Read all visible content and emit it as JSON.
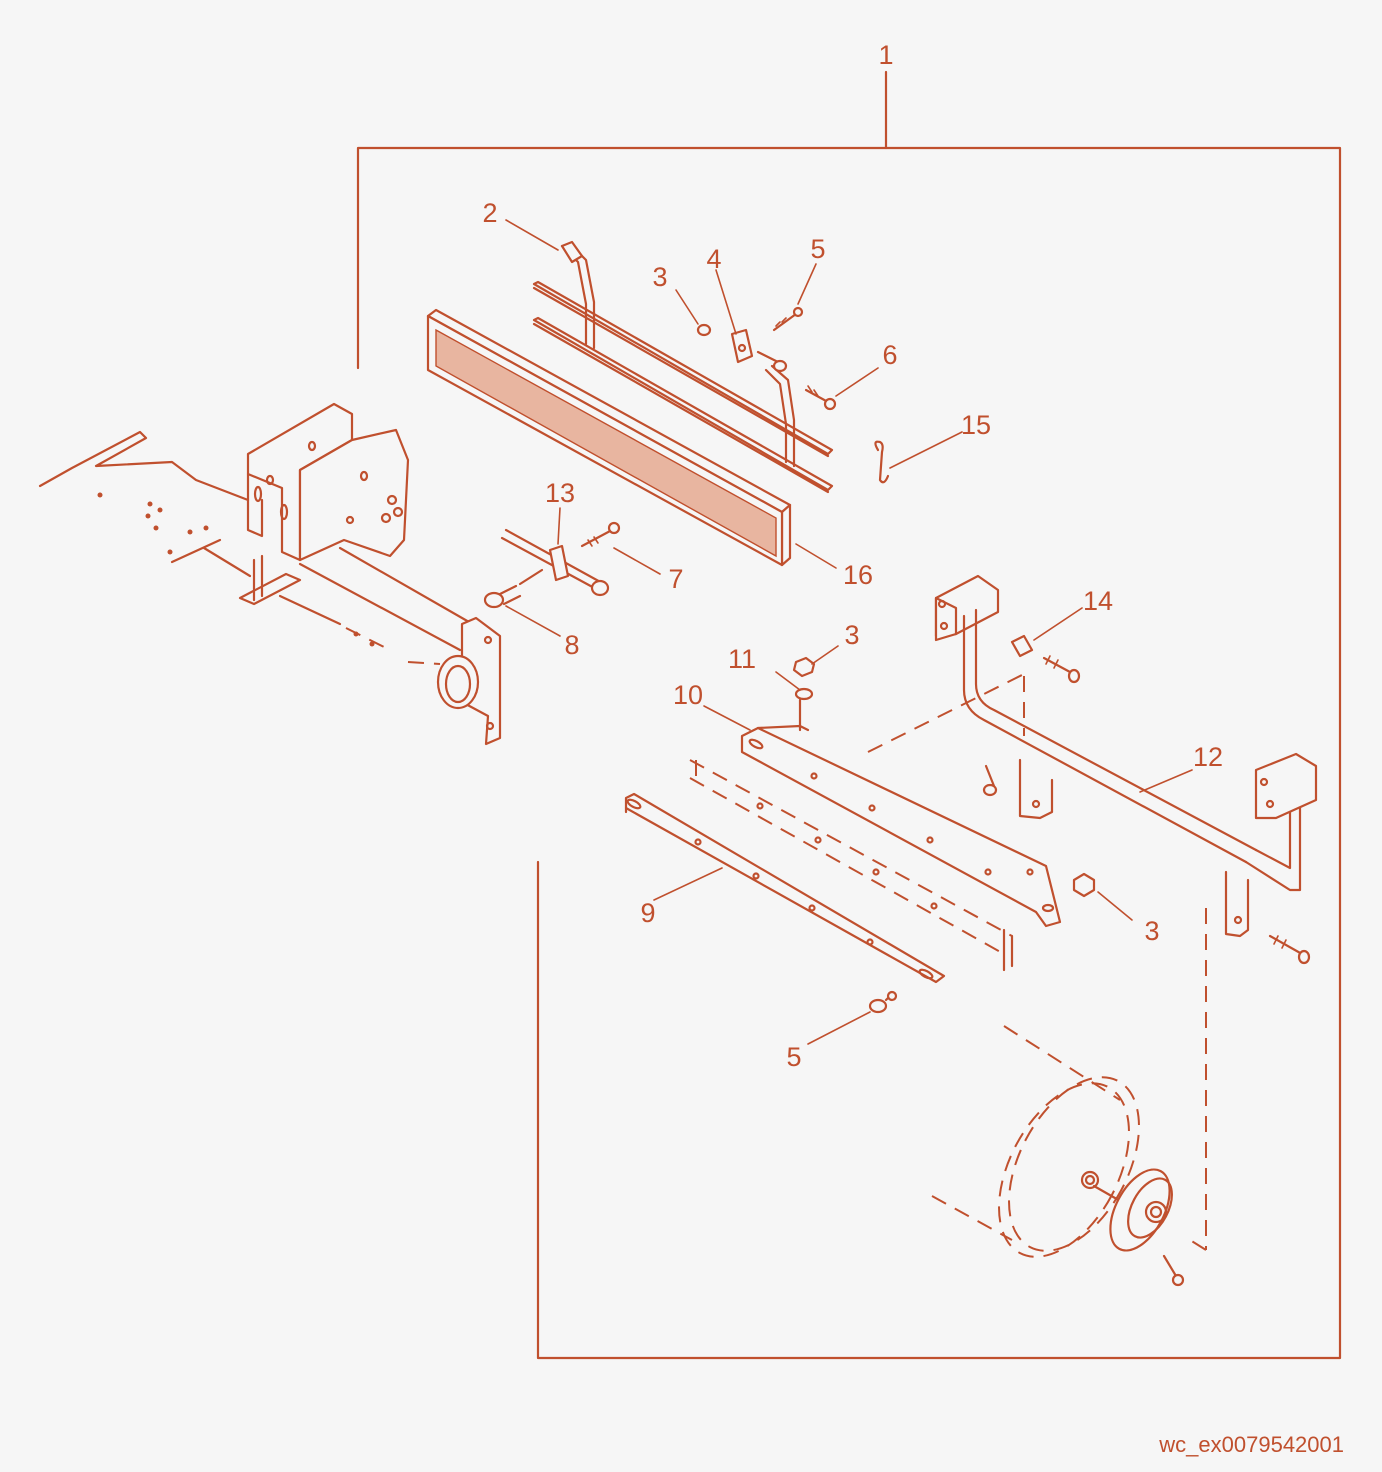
{
  "callouts": {
    "c1": "1",
    "c2": "2",
    "c3a": "3",
    "c3b": "3",
    "c3c": "3",
    "c4": "4",
    "c5a": "5",
    "c5b": "5",
    "c6": "6",
    "c7": "7",
    "c8": "8",
    "c9": "9",
    "c10": "10",
    "c11": "11",
    "c12": "12",
    "c13": "13",
    "c14": "14",
    "c15": "15",
    "c16": "16"
  },
  "drawing_id": "wc_ex0079542001",
  "colors": {
    "line": "#c0502e",
    "reflector": "#e8b5a0",
    "background": "#f6f6f6"
  }
}
